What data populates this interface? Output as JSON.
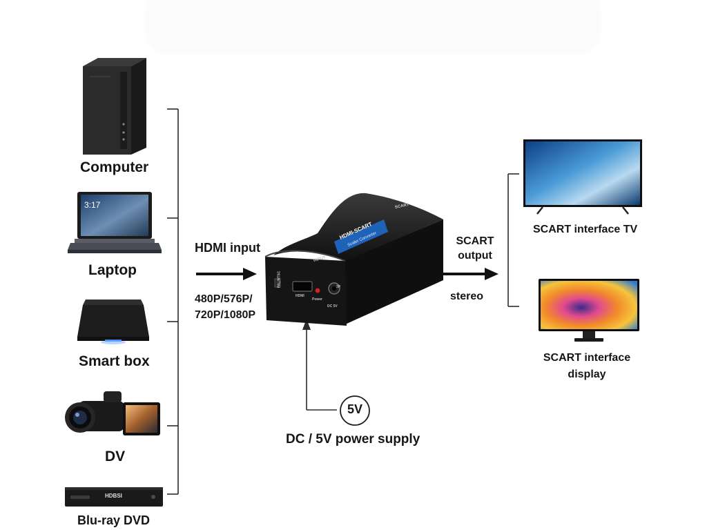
{
  "sources": [
    {
      "label": "Computer",
      "icon": "computer-tower-icon"
    },
    {
      "label": "Laptop",
      "icon": "laptop-icon"
    },
    {
      "label": "Smart box",
      "icon": "smart-box-icon"
    },
    {
      "label": "DV",
      "icon": "camcorder-icon"
    },
    {
      "label": "Blu-ray DVD",
      "icon": "bluray-player-icon"
    }
  ],
  "laptop_screen_time": "3:17",
  "bluray_brand": "HDBSI",
  "input": {
    "title": "HDMI input",
    "resolutions_line1": "480P/576P/",
    "resolutions_line2": "720P/1080P"
  },
  "device": {
    "label_top": "HDMI-SCART",
    "label_sub": "Scaler Converter",
    "side_label": "SCART",
    "port_input": "INPUT",
    "port_pal": "PAL/NTSC",
    "port_hdmi": "HDMI",
    "port_power": "Power",
    "port_dc": "DC 5V",
    "port_3": "3P"
  },
  "output": {
    "line1": "SCART",
    "line2": "output",
    "audio": "stereo"
  },
  "power": {
    "badge": "5V",
    "label": "DC / 5V power supply"
  },
  "destinations": [
    {
      "label": "SCART interface TV",
      "icon": "tv-icon"
    },
    {
      "label_line1": "SCART interface",
      "label_line2": "display",
      "icon": "monitor-icon"
    }
  ],
  "colors": {
    "line": "#2a2a2a",
    "device_body": "#141414",
    "label_blue": "#1e63b8"
  }
}
